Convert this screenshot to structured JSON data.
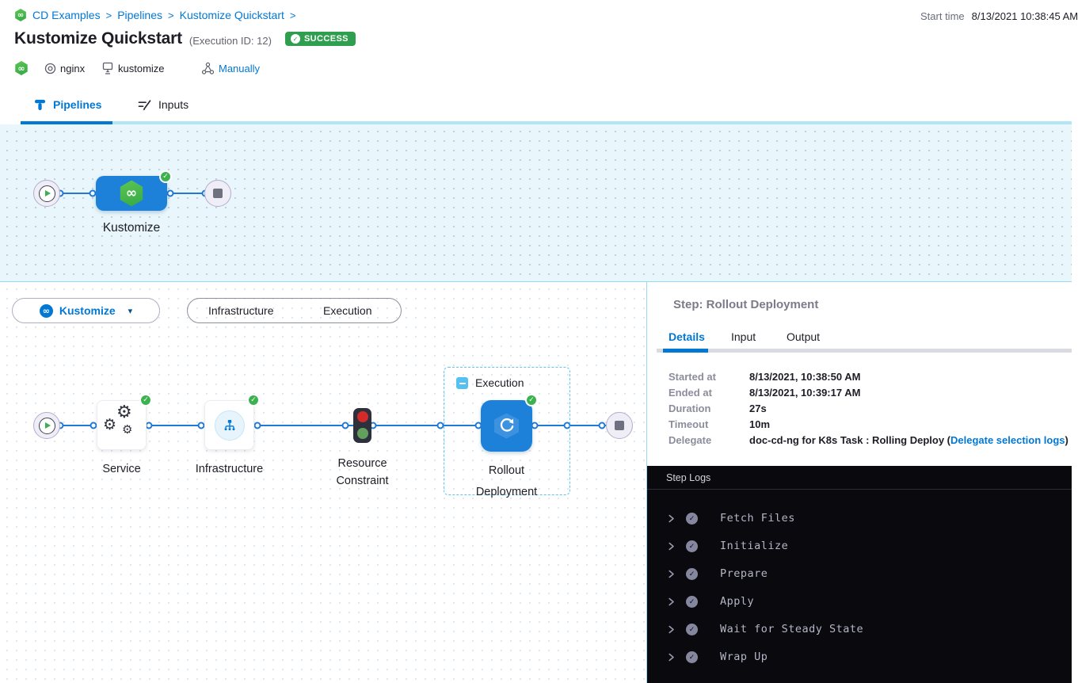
{
  "breadcrumb": {
    "items": [
      "CD Examples",
      "Pipelines",
      "Kustomize Quickstart"
    ],
    "separator": ">"
  },
  "header": {
    "title": "Kustomize Quickstart",
    "execution_id": "(Execution ID: 12)",
    "status_badge": "SUCCESS",
    "start_time_label": "Start time",
    "start_time_value": "8/13/2021 10:38:45 AM",
    "service_tag": "nginx",
    "environment_tag": "kustomize",
    "trigger_label": "Manually"
  },
  "tabs": {
    "pipelines": "Pipelines",
    "inputs": "Inputs"
  },
  "stage_graph": {
    "stage_label": "Kustomize"
  },
  "execution_view": {
    "stage_selector_label": "Kustomize",
    "toggle_options": [
      "Infrastructure",
      "Execution"
    ],
    "group_label": "Execution",
    "node_labels": [
      "Service",
      "Infrastructure",
      "Resource Constraint",
      "Rollout Deployment"
    ]
  },
  "details_panel": {
    "title": "Step: Rollout Deployment",
    "tabs": [
      "Details",
      "Input",
      "Output"
    ],
    "rows": [
      {
        "label": "Started at",
        "value": "8/13/2021, 10:38:50 AM"
      },
      {
        "label": "Ended at",
        "value": "8/13/2021, 10:39:17 AM"
      },
      {
        "label": "Duration",
        "value": "27s"
      },
      {
        "label": "Timeout",
        "value": "10m"
      },
      {
        "label": "Delegate"
      }
    ],
    "delegate_text": "doc-cd-ng for K8s Task : Rolling Deploy (",
    "delegate_link": "Delegate selection logs",
    "delegate_suffix": ")"
  },
  "step_logs": {
    "title": "Step Logs",
    "items": [
      "Fetch Files",
      "Initialize",
      "Prepare",
      "Apply",
      "Wait for Steady State",
      "Wrap Up"
    ]
  },
  "colors": {
    "accent_blue": "#0278d5",
    "success_green": "#2f9e4e",
    "node_blue": "#1d80d9",
    "harness_green": "#42b54a",
    "log_background": "#0a0a0e"
  }
}
